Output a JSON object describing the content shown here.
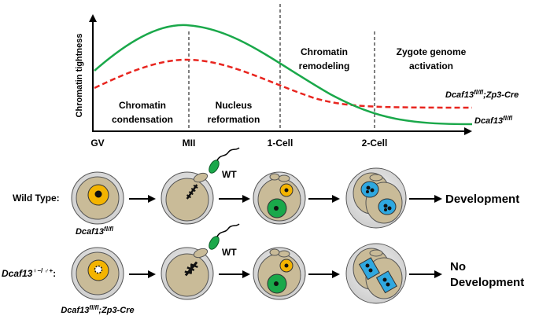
{
  "chart": {
    "y_axis_label": "Chromatin tightness",
    "x_ticks": [
      "GV",
      "MII",
      "1-Cell",
      "2-Cell"
    ],
    "phases": [
      {
        "line1": "Chromatin",
        "line2": "condensation"
      },
      {
        "line1": "Nucleus",
        "line2": "reformation"
      },
      {
        "line1": "Chromatin",
        "line2": "remodeling"
      },
      {
        "line1": "Zygote genome",
        "line2": "activation"
      }
    ],
    "series": [
      {
        "name_base": "Dcaf13",
        "name_sup": "fl/fl",
        "name_suffix": ";Zp3-Cre",
        "color": "#e8251f",
        "style": "dashed"
      },
      {
        "name_base": "Dcaf13",
        "name_sup": "fl/fl",
        "name_suffix": "",
        "color": "#1aa84a",
        "style": "solid"
      }
    ]
  },
  "rows": [
    {
      "label": "Wild Type:",
      "genotype_base": "Dcaf13",
      "genotype_sup": "fl/fl",
      "genotype_suffix": "",
      "sperm_label": "WT",
      "outcome": "Development"
    },
    {
      "label_base": "Dcaf13",
      "label_sup": "♀−/ ♂+",
      "label_suffix": ":",
      "genotype_base": "Dcaf13",
      "genotype_sup": "fl/fl",
      "genotype_suffix": ";Zp3-Cre",
      "sperm_label": "WT",
      "outcome_line1": "No",
      "outcome_line2": "Development"
    }
  ],
  "colors": {
    "cytoplasm": "#c9bb98",
    "zona": "#e6e6e6",
    "nucleus_yellow": "#f4b400",
    "nucleus_green": "#1aa84a",
    "nucleus_blue": "#2fa8e0",
    "sperm": "#1aa84a"
  }
}
